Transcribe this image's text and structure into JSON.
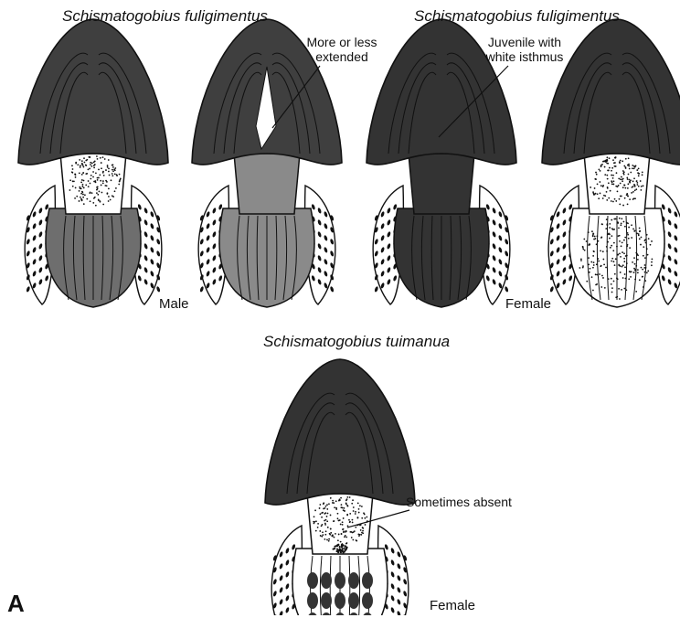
{
  "titles": {
    "top_left": "Schismatogobius fuligimentus",
    "top_right": "Schismatogobius fuligimentus",
    "bottom": "Schismatogobius tuimanua"
  },
  "labels": {
    "male": "Male",
    "female_top": "Female",
    "female_bottom": "Female"
  },
  "annotations": {
    "extended_1": "More or less",
    "extended_2": "extended",
    "juvenile_1": "Juvenile with",
    "juvenile_2": "white isthmus",
    "absent": "Sometimes absent"
  },
  "panel_letter": "A",
  "colors": {
    "head_dark": "#3f3f3f",
    "head_black": "#333333",
    "body_mid": "#6e6e6e",
    "body_light": "#8a8a8a",
    "white": "#ffffff",
    "outline": "#111111"
  }
}
